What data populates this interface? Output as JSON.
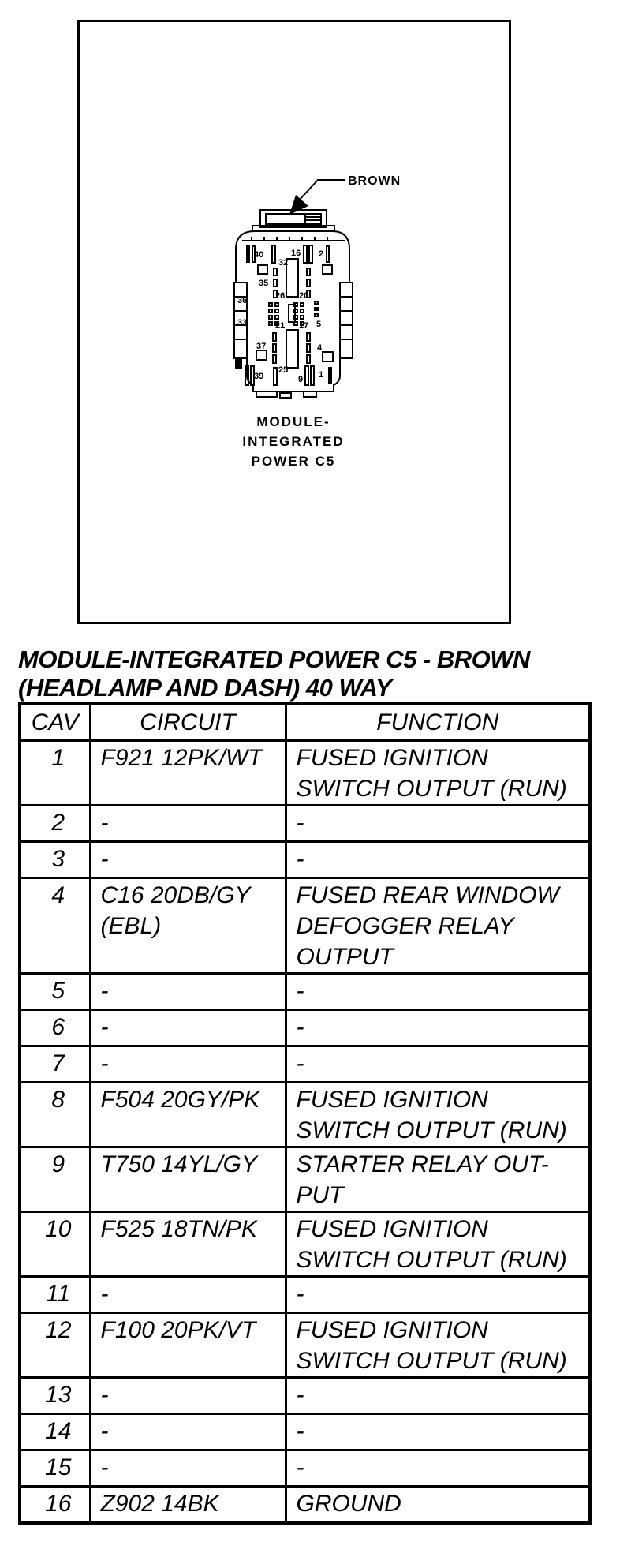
{
  "diagram": {
    "brown_label": "BROWN",
    "caption": [
      "MODULE-",
      "INTEGRATED",
      "POWER C5"
    ],
    "pins": [
      "40",
      "32",
      "16",
      "2",
      "35",
      "36",
      "26",
      "20",
      "33",
      "21",
      "17",
      "5",
      "37",
      "4",
      "39",
      "25",
      "9",
      "1"
    ]
  },
  "title": {
    "line1": "MODULE-INTEGRATED POWER C5 - BROWN",
    "line2": "(HEADLAMP AND DASH) 40 WAY"
  },
  "table": {
    "headers": [
      "CAV",
      "CIRCUIT",
      "FUNCTION"
    ],
    "rows": [
      {
        "cav": "1",
        "circuit": "F921 12PK/WT",
        "function": "FUSED IGNITION\nSWITCH OUTPUT (RUN)"
      },
      {
        "cav": "2",
        "circuit": "-",
        "function": "-"
      },
      {
        "cav": "3",
        "circuit": "-",
        "function": "-"
      },
      {
        "cav": "4",
        "circuit": "C16 20DB/GY\n(EBL)",
        "function": "FUSED REAR WINDOW\nDEFOGGER RELAY\nOUTPUT"
      },
      {
        "cav": "5",
        "circuit": "-",
        "function": "-"
      },
      {
        "cav": "6",
        "circuit": "-",
        "function": "-"
      },
      {
        "cav": "7",
        "circuit": "-",
        "function": "-"
      },
      {
        "cav": "8",
        "circuit": "F504 20GY/PK",
        "function": "FUSED IGNITION\nSWITCH OUTPUT (RUN)"
      },
      {
        "cav": "9",
        "circuit": "T750 14YL/GY",
        "function": "STARTER RELAY OUT-\nPUT"
      },
      {
        "cav": "10",
        "circuit": "F525 18TN/PK",
        "function": "FUSED IGNITION\nSWITCH OUTPUT (RUN)"
      },
      {
        "cav": "11",
        "circuit": "-",
        "function": "-"
      },
      {
        "cav": "12",
        "circuit": "F100 20PK/VT",
        "function": "FUSED IGNITION\nSWITCH OUTPUT (RUN)"
      },
      {
        "cav": "13",
        "circuit": "-",
        "function": "-"
      },
      {
        "cav": "14",
        "circuit": "-",
        "function": "-"
      },
      {
        "cav": "15",
        "circuit": "-",
        "function": "-"
      },
      {
        "cav": "16",
        "circuit": "Z902 14BK",
        "function": "GROUND"
      }
    ]
  }
}
